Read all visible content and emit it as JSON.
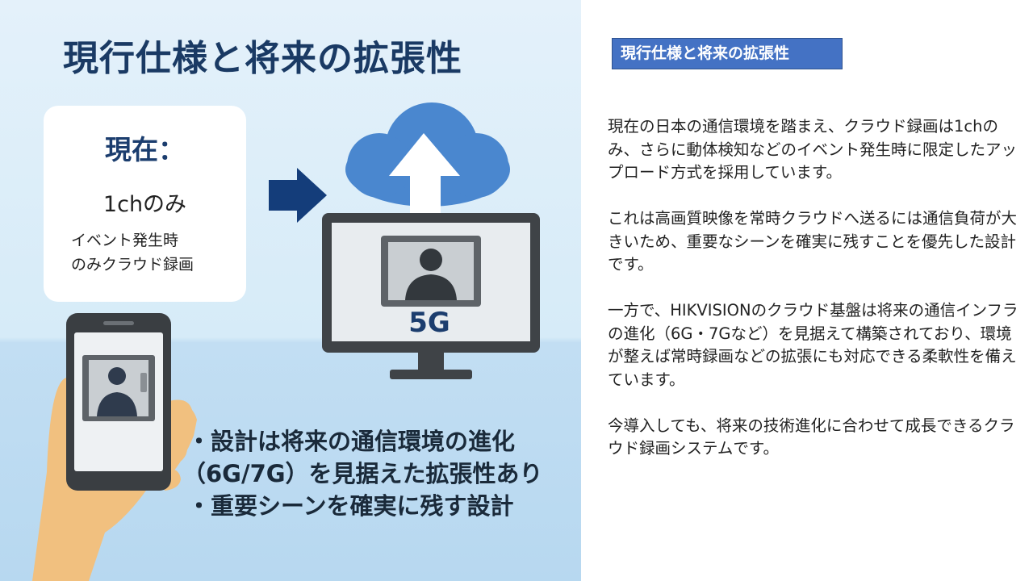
{
  "illustration": {
    "title": "現行仕様と将来の拡張性",
    "card": {
      "heading": "現在：",
      "big_text": "1chのみ",
      "small_line1": "イベント発生時",
      "small_line2": "のみクラウド録画"
    },
    "network_label": "5G",
    "bullets": [
      "・設計は将来の通信環境の進化",
      "（6G/7G）を見据えた拡張性あり",
      "・重要シーンを確実に残す設計"
    ],
    "colors": {
      "cloud": "#4a87cf",
      "arrow": "#143d7a",
      "monitor": "#3f4347",
      "hand": "#f1c07f"
    }
  },
  "panel": {
    "label": "現行仕様と将来の拡張性",
    "paragraphs": [
      "現在の日本の通信環境を踏まえ、クラウド録画は1chのみ、さらに動体検知などのイベント発生時に限定したアップロード方式を採用しています。",
      "これは高画質映像を常時クラウドへ送るには通信負荷が大きいため、重要なシーンを確実に残すことを優先した設計です。",
      "一方で、HIKVISIONのクラウド基盤は将来の通信インフラの進化（6G・7Gなど）を見据えて構築されており、環境が整えば常時録画などの拡張にも対応できる柔軟性を備えています。",
      "今導入しても、将来の技術進化に合わせて成長できるクラウド録画システムです。"
    ]
  }
}
